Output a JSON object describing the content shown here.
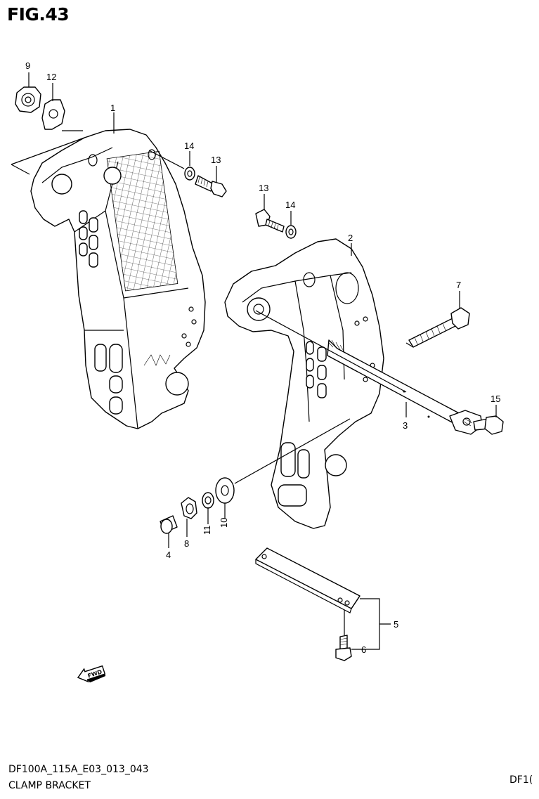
{
  "figure_title": "FIG.43",
  "footer": {
    "diagram_code": "DF100A_115A_E03_013_043",
    "section_name": "CLAMP BRACKET",
    "right_code": "DF1("
  },
  "fwd_label": "FWD",
  "callouts": {
    "c1": "1",
    "c2": "2",
    "c3": "3",
    "c4": "4",
    "c5": "5",
    "c6": "6",
    "c7": "7",
    "c8": "8",
    "c9": "9",
    "c10": "10",
    "c11": "11",
    "c12": "12",
    "c13a": "13",
    "c13b": "13",
    "c14a": "14",
    "c14b": "14",
    "c15": "15"
  }
}
